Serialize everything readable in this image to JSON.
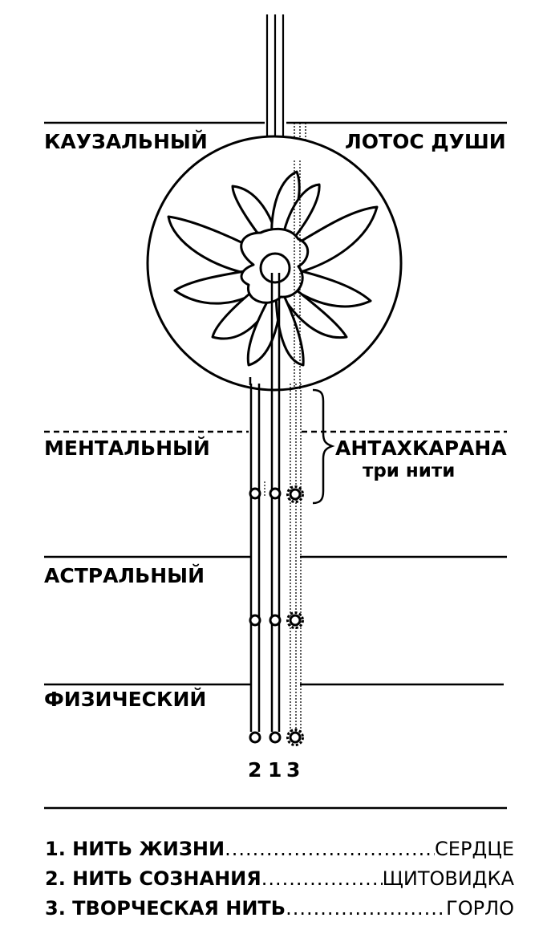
{
  "planes": {
    "causal": "КАУЗАЛЬНЫЙ",
    "soul_lotus": "ЛОТОС ДУШИ",
    "mental": "МЕНТАЛЬНЫЙ",
    "astral": "АСТРАЛЬНЫЙ",
    "physical": "ФИЗИЧЕСКИЙ"
  },
  "antahkarana": {
    "title": "АНТАХКАРАНА",
    "subtitle": "три нити"
  },
  "thread_numbers": [
    "2",
    "1",
    "3"
  ],
  "legend": [
    {
      "name": "1. НИТЬ ЖИЗНИ",
      "organ": "СЕРДЦЕ"
    },
    {
      "name": "2. НИТЬ СОЗНАНИЯ",
      "organ": "ЩИТОВИДКА"
    },
    {
      "name": "3. ТВОРЧЕСКАЯ НИТЬ",
      "organ": "ГОРЛО"
    }
  ]
}
